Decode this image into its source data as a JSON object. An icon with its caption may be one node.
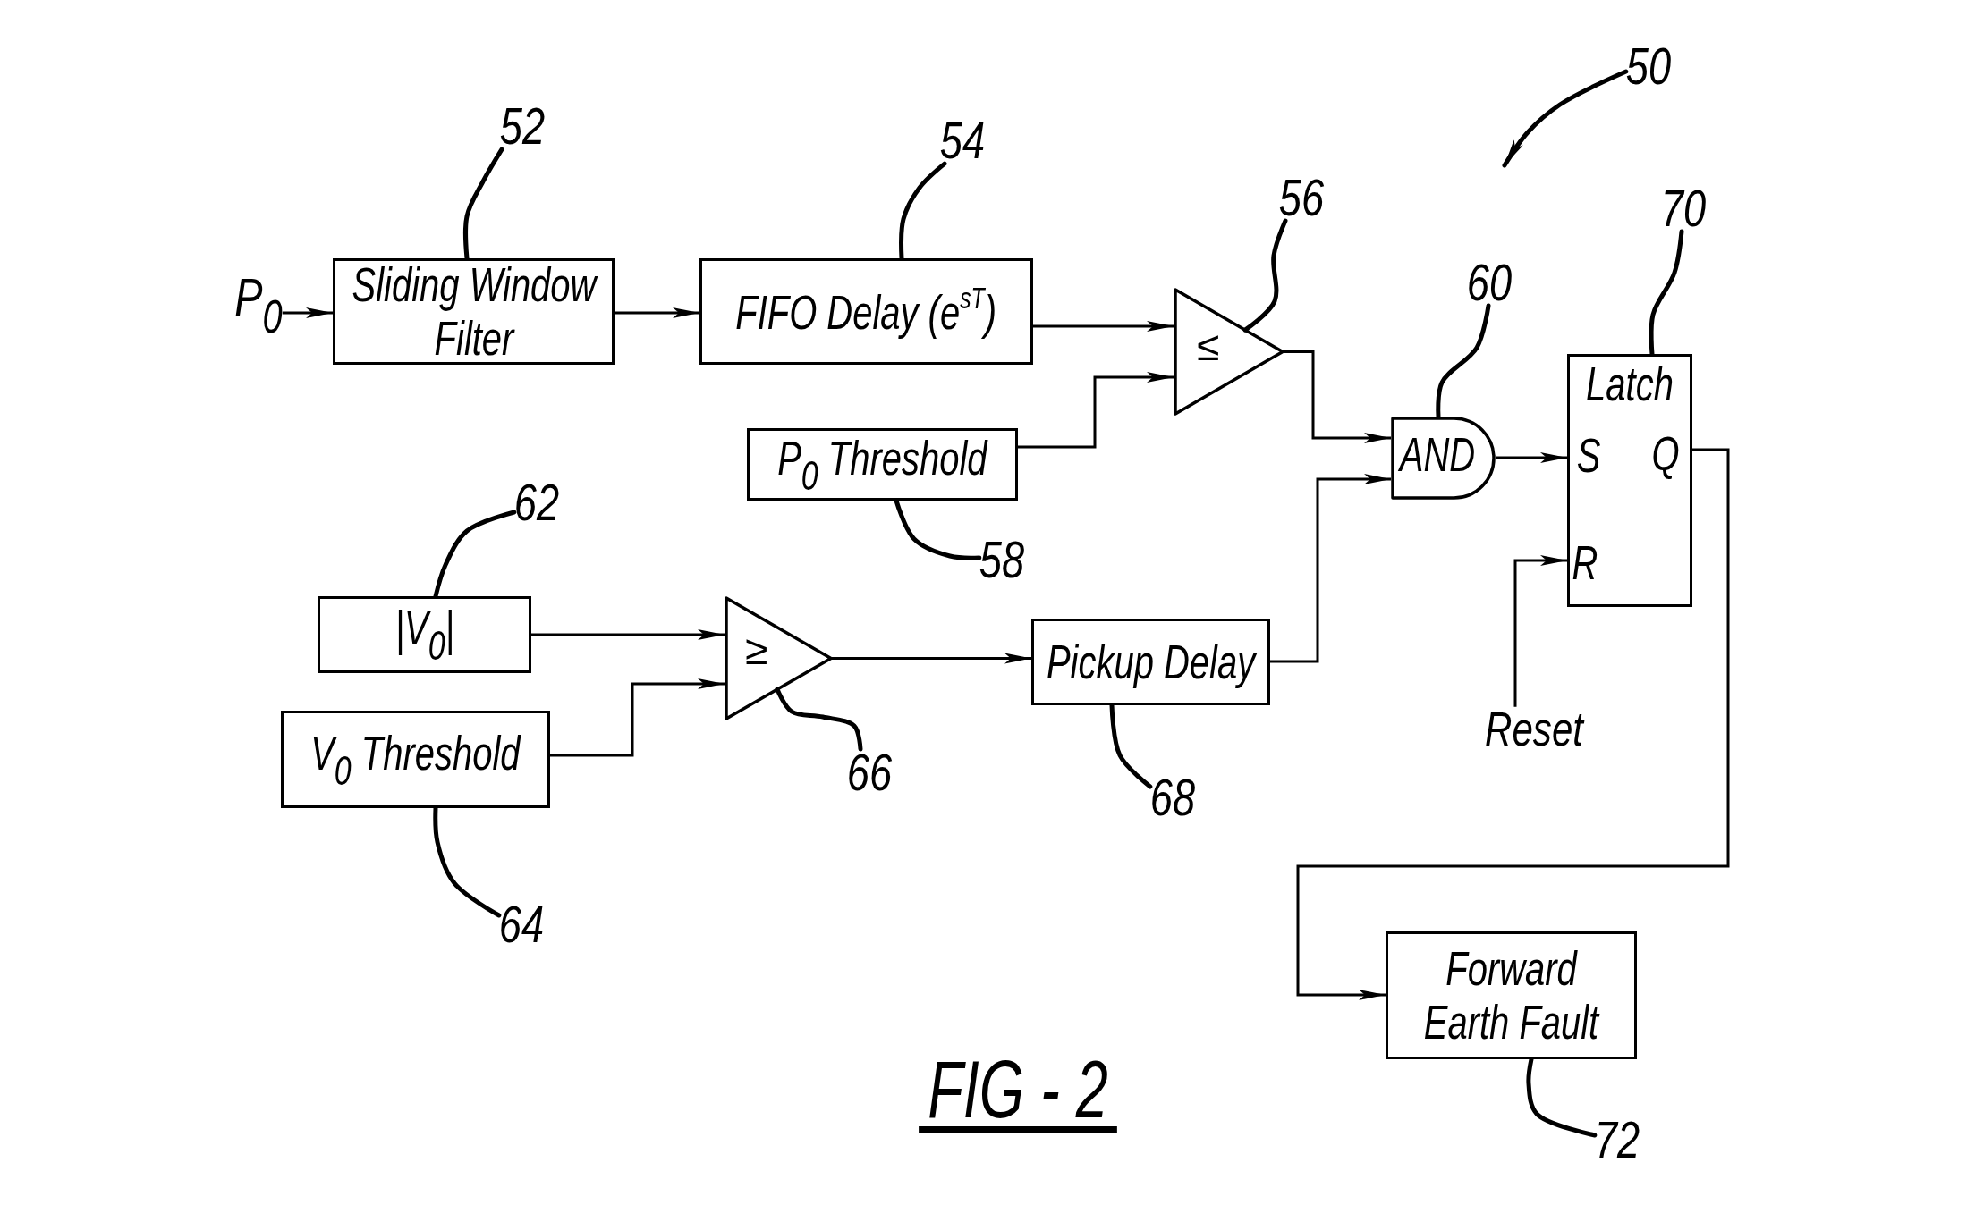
{
  "diagram": {
    "caption": "FIG - 2",
    "nodes": [
      {
        "text": [
          "50"
        ]
      },
      {
        "text": [
          "52"
        ]
      },
      {
        "text": [
          "54"
        ]
      },
      {
        "text": [
          "P$_{0}$"
        ]
      },
      {
        "text": [
          "Sliding Window Filter"
        ]
      },
      {
        "text": [
          "FIFO Delay (e$^{sT}$)"
        ]
      },
      {
        "text": [
          "56"
        ]
      },
      {
        "text": [
          "≤"
        ]
      },
      {
        "text": [
          "60"
        ]
      },
      {
        "text": [
          "70"
        ]
      },
      {
        "text": [
          "AND"
        ]
      },
      {
        "text": [
          "Latch",
          "S",
          "Q",
          "R"
        ]
      },
      {
        "text": [
          "P$_{0}$ Threshold"
        ]
      },
      {
        "text": [
          "58"
        ]
      },
      {
        "text": [
          "62"
        ]
      },
      {
        "text": [
          "|V$_{0}$|"
        ]
      },
      {
        "text": [
          "V$_{0}$ Threshold"
        ]
      },
      {
        "text": [
          "≥"
        ]
      },
      {
        "text": [
          "Pickup Delay"
        ]
      },
      {
        "text": [
          "66"
        ]
      },
      {
        "text": [
          "64"
        ]
      },
      {
        "text": [
          "68"
        ]
      },
      {
        "text": [
          "Reset"
        ]
      },
      {
        "text": [
          "Forward Earth Fault"
        ]
      },
      {
        "text": [
          "72"
        ]
      }
    ],
    "edges": [
      {
        "from": 3,
        "to": 4,
        "arrow": "to"
      },
      {
        "from": 4,
        "to": 5,
        "arrow": "to"
      },
      {
        "from": 5,
        "to": 7,
        "arrow": "to"
      },
      {
        "from": 12,
        "to": 7,
        "arrow": "to"
      },
      {
        "from": 7,
        "to": 10,
        "arrow": "to"
      },
      {
        "from": 15,
        "to": 17,
        "arrow": "to"
      },
      {
        "from": 16,
        "to": 17,
        "arrow": "to"
      },
      {
        "from": 17,
        "to": 18,
        "arrow": "to"
      },
      {
        "from": 18,
        "to": 10,
        "arrow": "to"
      },
      {
        "from": 10,
        "to": 11,
        "arrow": "to"
      },
      {
        "from": 22,
        "to": 11,
        "arrow": "to"
      },
      {
        "from": 11,
        "to": 23,
        "arrow": "to"
      },
      {
        "from": 0,
        "to": null,
        "arrow": "to"
      },
      {
        "from": 1,
        "to": 4,
        "arrow": "none"
      },
      {
        "from": 2,
        "to": 5,
        "arrow": "none"
      },
      {
        "from": 6,
        "to": 7,
        "arrow": "none"
      },
      {
        "from": 8,
        "to": 10,
        "arrow": "none"
      },
      {
        "from": 9,
        "to": 11,
        "arrow": "none"
      },
      {
        "from": 13,
        "to": 12,
        "arrow": "none"
      },
      {
        "from": 14,
        "to": 15,
        "arrow": "none"
      },
      {
        "from": 20,
        "to": 16,
        "arrow": "none"
      },
      {
        "from": 19,
        "to": 17,
        "arrow": "none"
      },
      {
        "from": 21,
        "to": 18,
        "arrow": "none"
      },
      {
        "from": 24,
        "to": 23,
        "arrow": "none"
      }
    ]
  }
}
